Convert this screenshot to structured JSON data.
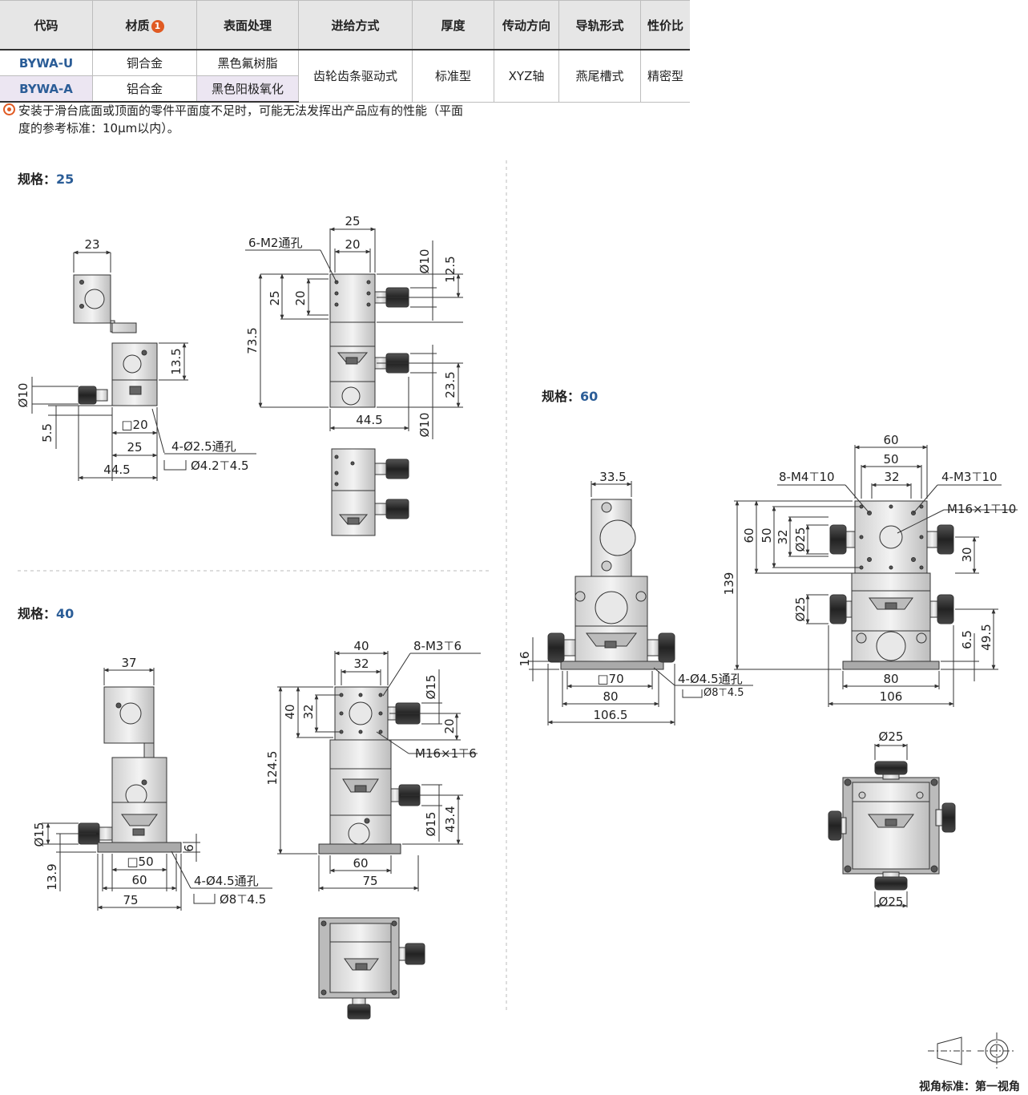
{
  "table": {
    "headers": [
      "代码",
      "材质",
      "表面处理",
      "进给方式",
      "厚度",
      "传动方向",
      "导轨形式",
      "性价比"
    ],
    "material_badge": "1",
    "rows": [
      {
        "code": "BYWA-U",
        "material": "铜合金",
        "surface": "黑色氟树脂"
      },
      {
        "code": "BYWA-A",
        "material": "铝合金",
        "surface": "黑色阳极氧化"
      }
    ],
    "shared": {
      "feed": "齿轮齿条驱动式",
      "thickness": "标准型",
      "direction": "XYZ轴",
      "guide": "燕尾槽式",
      "value": "精密型"
    }
  },
  "note": {
    "line1": "安装于滑台底面或顶面的零件平面度不足时，可能无法发挥出产品应有的性能（平面",
    "line2": "度的参考标准：10μm以内）。"
  },
  "specs": [
    {
      "label": "规格：",
      "value": "25"
    },
    {
      "label": "规格：",
      "value": "40"
    },
    {
      "label": "规格：",
      "value": "60"
    }
  ],
  "dims25": {
    "d23": "23",
    "d13_5": "13.5",
    "phi10a": "Ø10",
    "d5_5": "5.5",
    "sq20": "□20",
    "d25b": "25",
    "d44_5b": "44.5",
    "hole1": "4-Ø2.5通孔",
    "hole2": "Ø4.2⊤4.5",
    "d25t": "25",
    "m2": "6-M2通孔",
    "d20t": "20",
    "d25l": "25",
    "d20l": "20",
    "d73_5": "73.5",
    "phi10r": "Ø10",
    "d12_5": "12.5",
    "d23_5": "23.5",
    "phi10r2": "Ø10",
    "d44_5m": "44.5"
  },
  "dims40": {
    "d37": "37",
    "phi15a": "Ø15",
    "d13_9": "13.9",
    "d6": "6",
    "sq50": "□50",
    "d60": "60",
    "d75": "75",
    "hole1": "4-Ø4.5通孔",
    "hole2": "Ø8⊤4.5",
    "d40t": "40",
    "m3": "8-M3⊤6",
    "d32t": "32",
    "d40l": "40",
    "d32l": "32",
    "d124_5": "124.5",
    "phi15r": "Ø15",
    "d20r": "20",
    "m16": "M16×1⊤6",
    "phi15r2": "Ø15",
    "d43_4": "43.4",
    "d60b": "60",
    "d75b": "75"
  },
  "dims60": {
    "d33_5": "33.5",
    "d16": "16",
    "sq70": "□70",
    "d80": "80",
    "d106_5": "106.5",
    "hole1": "4-Ø4.5通孔",
    "hole2": "Ø8⊤4.5",
    "d60t": "60",
    "d50t": "50",
    "d32t": "32",
    "m4": "8-M4⊤10",
    "m3": "4-M3⊤10",
    "m16": "M16×1⊤10",
    "d139": "139",
    "d60l": "60",
    "d50l": "50",
    "d32l": "32",
    "phi25l": "Ø25",
    "d30": "30",
    "phi25l2": "Ø25",
    "d6_5": "6.5",
    "d49_5": "49.5",
    "d80b": "80",
    "d106b": "106",
    "phi25top": "Ø25",
    "phi25bot": "Ø25"
  },
  "footer": {
    "view_standard": "视角标准：第一视角"
  }
}
